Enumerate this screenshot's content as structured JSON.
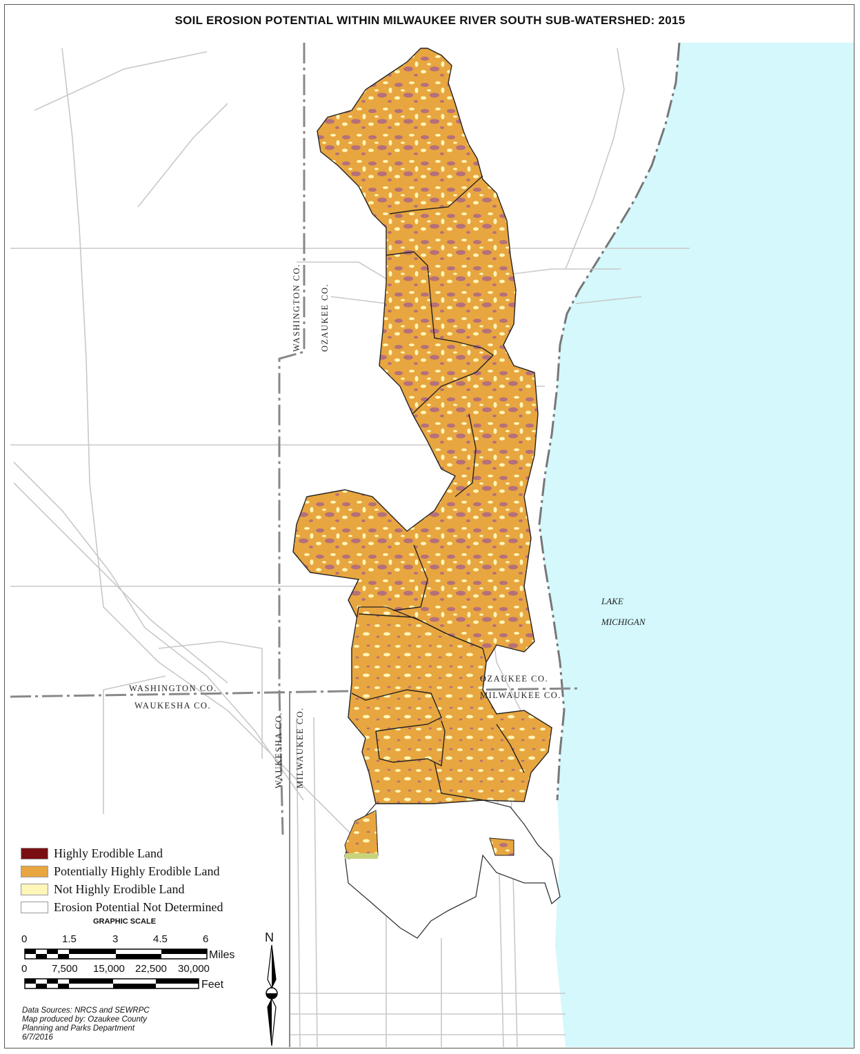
{
  "title": "SOIL EROSION POTENTIAL WITHIN  MILWAUKEE RIVER SOUTH SUB-WATERSHED: 2015",
  "labels": {
    "lake": "LAKE",
    "michigan": "MICHIGAN",
    "washington_co_v": "WASHINGTON CO.",
    "ozaukee_co_v": "OZAUKEE CO.",
    "waukesha_co_v": "WAUKESHA CO.",
    "milwaukee_co_v": "MILWAUKEE CO.",
    "washington_co_h": "WASHINGTON CO.",
    "waukesha_co_h": "WAUKESHA CO.",
    "ozaukee_co_h": "OZAUKEE CO.",
    "milwaukee_co_h": "MILWAUKEE CO."
  },
  "colors": {
    "highly": "#7a0f12",
    "potentially": "#e8a640",
    "not_highly": "#fff6b8",
    "not_determined": "#ffffff",
    "lake": "#d4f8fc",
    "highly_mottle": "#b5707a"
  },
  "legend": [
    {
      "label": "Highly Erodible Land",
      "color": "#7a0f12"
    },
    {
      "label": "Potentially Highly Erodible Land",
      "color": "#e8a640"
    },
    {
      "label": "Not Highly Erodible Land",
      "color": "#fff6b8"
    },
    {
      "label": "Erosion Potential Not Determined",
      "color": "#ffffff"
    }
  ],
  "scale": {
    "title": "GRAPHIC SCALE",
    "miles_ticks": [
      "0",
      "1.5",
      "3",
      "4.5",
      "6"
    ],
    "miles_unit": "Miles",
    "feet_ticks": [
      "0",
      "7,500",
      "15,000",
      "22,500",
      "30,000"
    ],
    "feet_unit": "Feet"
  },
  "north": "N",
  "sources": [
    "Data Sources: NRCS and SEWRPC",
    "Map produced by: Ozaukee County",
    "Planning and Parks Department",
    "6/7/2016"
  ]
}
